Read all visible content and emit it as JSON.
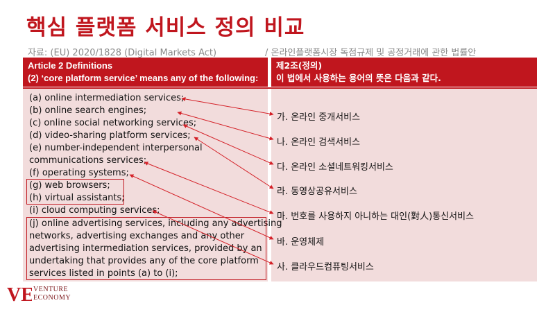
{
  "title": "핵심 플랫폼 서비스 정의 비교",
  "source_left": "자료: (EU) 2020/1828 (Digital Markets Act)",
  "source_right": "/ 온라인플랫폼시장 독점규제 및 공정거래에 관한 법률안",
  "header_left": {
    "line1": "Article 2 Definitions",
    "line2": "(2) ‘core platform service’ means any of the following:"
  },
  "header_right": {
    "line1": "제2조(정의)",
    "line2": "이 법에서 사용하는 용어의 뜻은 다음과 같다."
  },
  "en_items": [
    "(a) online intermediation services;",
    "(b) online search engines;",
    "(c) online social networking services;",
    "(d) video-sharing platform services;",
    "(e) number-independent interpersonal",
    "communications services;",
    "(f) operating systems;",
    "(g) web browsers;",
    "(h) virtual assistants;",
    "(i) cloud computing services;",
    "(j) online advertising services, including any advertising",
    "networks, advertising exchanges and any other",
    "advertising intermediation services, provided by an",
    "undertaking that provides any of the core platform",
    "services listed in points (a) to (i);"
  ],
  "ko_items": [
    "가. 온라인 중개서비스",
    "나. 온라인 검색서비스",
    "다. 온라인 소셜네트워킹서비스",
    "라. 동영상공유서비스",
    "마. 번호를   사용하지   아니하는   대인(對人)통신서비스",
    "바. 운영체제",
    "사. 클라우드컴퓨팅서비스"
  ],
  "logo": {
    "mark": "VE",
    "line1": "VENTURE",
    "line2": "ECONOMY"
  },
  "colors": {
    "accent": "#c0161e",
    "panel": "#f2dcdc",
    "source_text": "#8a8a8a"
  }
}
